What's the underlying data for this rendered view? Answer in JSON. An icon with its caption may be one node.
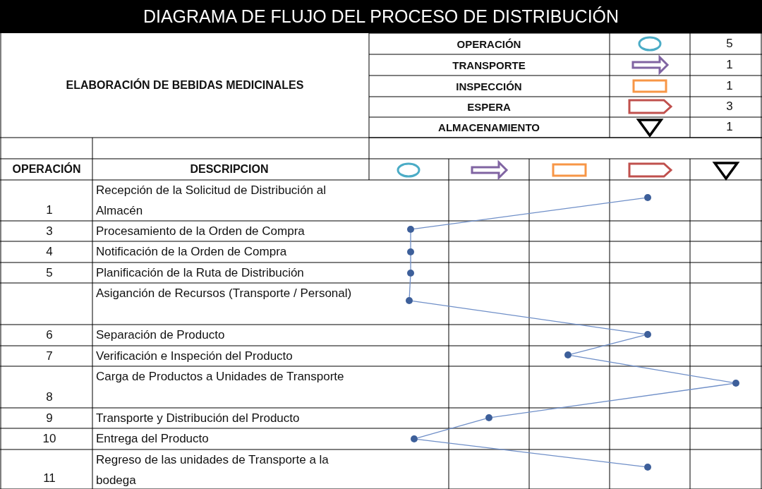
{
  "diagram": {
    "title": "DIAGRAMA DE FLUJO DEL PROCESO DE DISTRIBUCIÓN",
    "nodes": [
      {
        "text": [],
        "shape": "circle"
      },
      {
        "text": [],
        "shape": "circle"
      },
      {
        "text": [],
        "shape": "circle"
      },
      {
        "text": [],
        "shape": "circle"
      },
      {
        "text": [],
        "shape": "circle"
      },
      {
        "text": [],
        "shape": "circle"
      },
      {
        "text": [],
        "shape": "circle"
      },
      {
        "text": [],
        "shape": "circle"
      },
      {
        "text": [],
        "shape": "circle"
      },
      {
        "text": [],
        "shape": "circle"
      },
      {
        "text": [],
        "shape": "circle"
      }
    ],
    "edges": [
      {
        "from": 0,
        "to": 1,
        "arrow": "none"
      },
      {
        "from": 1,
        "to": 2,
        "arrow": "none"
      },
      {
        "from": 2,
        "to": 3,
        "arrow": "none"
      },
      {
        "from": 3,
        "to": 4,
        "arrow": "none"
      },
      {
        "from": 4,
        "to": 5,
        "arrow": "none"
      },
      {
        "from": 5,
        "to": 6,
        "arrow": "none"
      },
      {
        "from": 6,
        "to": 7,
        "arrow": "none"
      },
      {
        "from": 7,
        "to": 8,
        "arrow": "none"
      },
      {
        "from": 8,
        "to": 9,
        "arrow": "none"
      },
      {
        "from": 9,
        "to": 10,
        "arrow": "none"
      }
    ],
    "labels": [
      "ELABORACIÓN DE BEBIDAS MEDICINALES",
      "5",
      "1",
      "1",
      "3",
      "1",
      "OPERACIÓN",
      "DESCRIPCION",
      "1",
      "Recepción de la Solicitud de Distribución al Almacén",
      "3",
      "Procesamiento de la Orden de Compra",
      "4",
      "Notificación de la Orden de Compra",
      "5",
      "Planificación de la Ruta de Distribución",
      "Asiganción de Recursos (Transporte / Personal)",
      "6",
      "Separación de Producto",
      "7",
      "Verificación e Inspeción del Producto",
      "8",
      "Carga de Productos a Unidades de Transporte",
      "9",
      "Transporte y Distribución del Producto",
      "10",
      "Entrega del Producto",
      "11",
      "Regreso de las unidades de Transporte a la bodega"
    ],
    "legend": [
      {
        "text": "OPERACIÓN"
      },
      {
        "text": "TRANSPORTE"
      },
      {
        "text": "INSPECCIÓN"
      },
      {
        "text": "ESPERA"
      },
      {
        "text": "ALMACENAMIENTO"
      }
    ]
  }
}
